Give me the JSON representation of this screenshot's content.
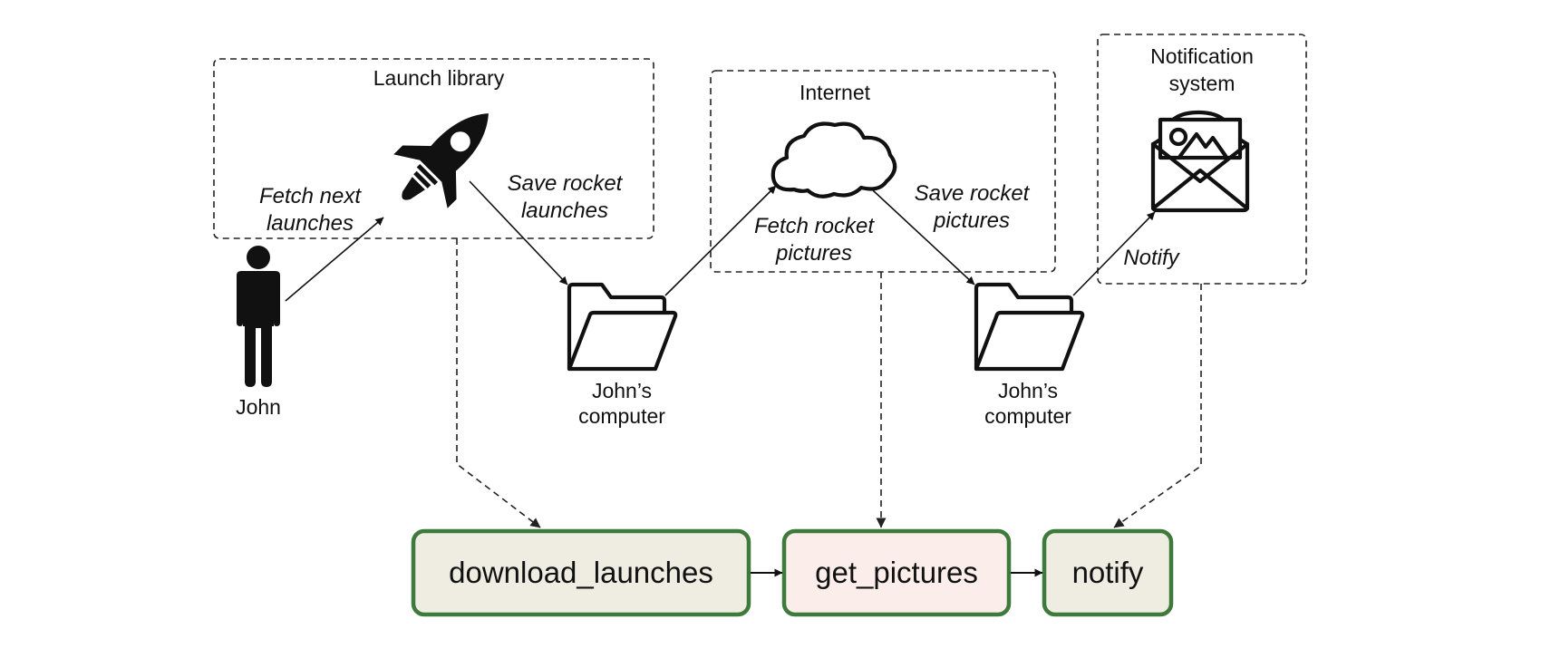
{
  "groups": {
    "launch_library": {
      "title": "Launch library"
    },
    "internet": {
      "title": "Internet"
    },
    "notification_system": {
      "title_line1": "Notification",
      "title_line2": "system"
    }
  },
  "actors": {
    "john": {
      "label": "John"
    },
    "computer_1": {
      "line1": "John’s",
      "line2": "computer"
    },
    "computer_2": {
      "line1": "John’s",
      "line2": "computer"
    }
  },
  "edges": {
    "fetch_next_launches": {
      "line1": "Fetch next",
      "line2": "launches"
    },
    "save_rocket_launches": {
      "line1": "Save rocket",
      "line2": "launches"
    },
    "fetch_rocket_pictures": {
      "line1": "Fetch rocket",
      "line2": "pictures"
    },
    "save_rocket_pictures": {
      "line1": "Save rocket",
      "line2": "pictures"
    },
    "notify": {
      "label": "Notify"
    }
  },
  "tasks": [
    {
      "label": "download_launches",
      "fill": "#efede2"
    },
    {
      "label": "get_pictures",
      "fill": "#fbeeea"
    },
    {
      "label": "notify",
      "fill": "#efede2"
    }
  ],
  "colors": {
    "task_border": "#3e7a3b",
    "line": "#111111"
  },
  "icons": [
    "person-icon",
    "rocket-icon",
    "folder-icon",
    "cloud-icon",
    "mail-image-icon"
  ]
}
